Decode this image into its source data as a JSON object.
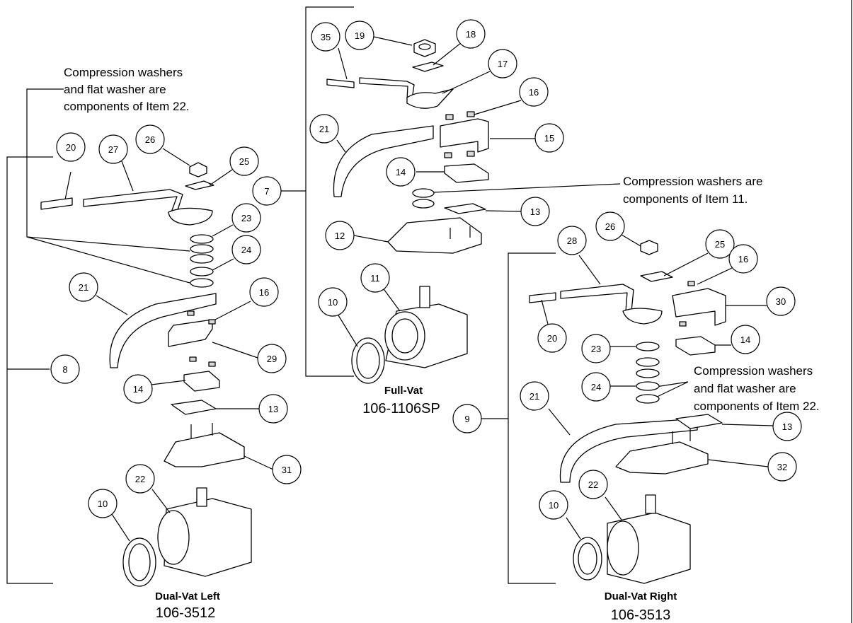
{
  "notes": {
    "left": [
      "Compression washers",
      "and flat washer are",
      "components of Item 22."
    ],
    "center": [
      "Compression washers are",
      "components of Item 11."
    ],
    "right": [
      "Compression washers",
      "and flat washer are",
      "components of Item 22."
    ]
  },
  "assemblies": {
    "full_vat": {
      "name": "Full-Vat",
      "part_number": "106-1106SP"
    },
    "dual_left": {
      "name": "Dual-Vat Left",
      "part_number": "106-3512"
    },
    "dual_right": {
      "name": "Dual-Vat Right",
      "part_number": "106-3513"
    }
  },
  "callouts": {
    "c35": "35",
    "c19": "19",
    "c18": "18",
    "c17": "17",
    "c16a": "16",
    "c21a": "21",
    "c15": "15",
    "c14a": "14",
    "c7": "7",
    "c13a": "13",
    "c12": "12",
    "c11": "11",
    "c10a": "10",
    "c20a": "20",
    "c27": "27",
    "c26a": "26",
    "c25a": "25",
    "c23a": "23",
    "c24a": "24",
    "c21b": "21",
    "c16b": "16",
    "c29": "29",
    "c8": "8",
    "c14b": "14",
    "c13b": "13",
    "c31": "31",
    "c22a": "22",
    "c10b": "10",
    "c26b": "26",
    "c28": "28",
    "c25b": "25",
    "c16c": "16",
    "c30": "30",
    "c20b": "20",
    "c23b": "23",
    "c14c": "14",
    "c24b": "24",
    "c9": "9",
    "c21c": "21",
    "c13c": "13",
    "c32": "32",
    "c22b": "22",
    "c10c": "10"
  }
}
